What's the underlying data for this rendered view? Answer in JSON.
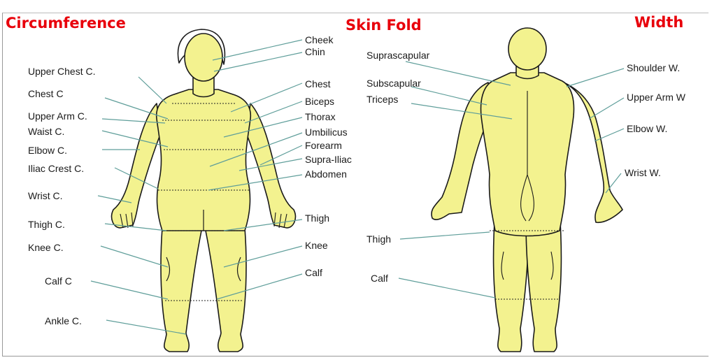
{
  "headings": {
    "circumference": "Circumference",
    "skin_fold": "Skin Fold",
    "width": "Width"
  },
  "colors": {
    "heading_red": "#e8000b",
    "body_fill": "#f3f28f",
    "leader_line": "#5f9e9a"
  },
  "circumference_labels": [
    "Upper Chest C.",
    "Chest C",
    "Upper Arm C.",
    "Waist C.",
    "Elbow C.",
    "Iliac Crest C.",
    "Wrist C.",
    "Thigh C.",
    "Knee C.",
    "Calf C",
    "Ankle C."
  ],
  "skinfold_front_labels": [
    "Cheek",
    "Chin",
    "Chest",
    "Biceps",
    "Thorax",
    "Umbilicus",
    "Forearm",
    "Supra-Iliac",
    "Abdomen",
    "Thigh",
    "Knee",
    "Calf"
  ],
  "skinfold_back_labels": [
    "Suprascapular",
    "Subscapular",
    "Triceps",
    "Thigh",
    "Calf"
  ],
  "width_labels": [
    "Shoulder W.",
    "Upper Arm W",
    "Elbow W.",
    "Wrist W."
  ]
}
